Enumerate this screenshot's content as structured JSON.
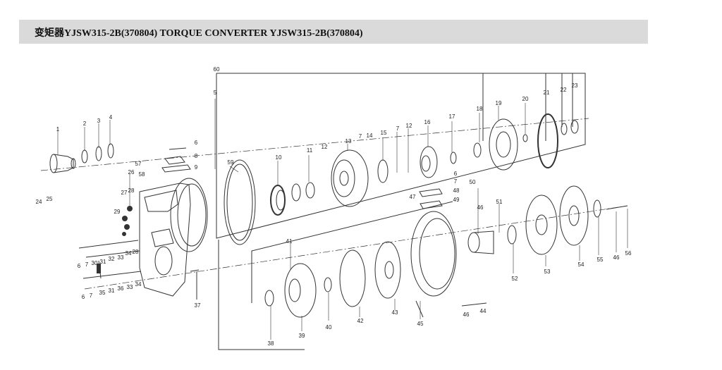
{
  "header": {
    "title": "变矩器YJSW315-2B(370804)     TORQUE CONVERTER YJSW315-2B(370804)"
  },
  "diagram": {
    "callouts": [
      "60",
      "5",
      "1",
      "2",
      "3",
      "4",
      "24",
      "25",
      "26",
      "27",
      "28",
      "29",
      "6",
      "7",
      "30",
      "31",
      "32",
      "33",
      "34",
      "35",
      "36",
      "37",
      "57",
      "58",
      "8",
      "9",
      "59",
      "10",
      "11",
      "12",
      "13",
      "14",
      "15",
      "16",
      "17",
      "18",
      "19",
      "20",
      "21",
      "22",
      "23",
      "41",
      "38",
      "39",
      "40",
      "42",
      "43",
      "44",
      "45",
      "46",
      "47",
      "48",
      "49",
      "50",
      "51",
      "52",
      "53",
      "54",
      "55",
      "56"
    ]
  }
}
